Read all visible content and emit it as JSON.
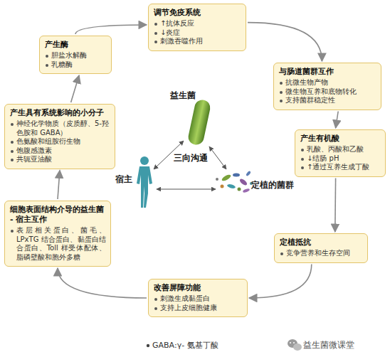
{
  "diagram": {
    "nodes": [
      {
        "text": [
          "调节免疫系统",
          "↑抗体反应",
          "↓炎症",
          "刺激吞噬作用"
        ]
      },
      {
        "text": [
          "与肠道菌群互作",
          "抗微生物产物",
          "微生物互养和底物转化",
          "支持菌群稳定性"
        ]
      },
      {
        "text": [
          "产生有机酸",
          "乳酸、丙酸和乙酸",
          "↓结肠 pH",
          "↑通过互养生成丁酸"
        ]
      },
      {
        "text": [
          "定植抵抗",
          "竞争营养和生存空间"
        ]
      },
      {
        "text": [
          "改善屏障功能",
          "刺激生成黏蛋白",
          "支持上皮细胞健康"
        ]
      },
      {
        "text": [
          "细胞表面结构介导的益生菌 - 宿主互作",
          "表层相关蛋白、菌毛、LPxTG 结合蛋白、黏蛋白结合蛋白、Toll 样受体配体、脂磷壁酸和胞外多糖"
        ]
      },
      {
        "text": [
          "产生具有系统影响的小分子",
          "神经化学物质（皮质醇、5-羟色胺和 GABA）",
          "色氨酸和组胺衍生物",
          "饱腹感激素",
          "共轭亚油酸"
        ]
      },
      {
        "text": [
          "产生酶",
          "胆盐水解酶",
          "乳糖酶"
        ]
      }
    ],
    "edges": [
      {
        "from": 0,
        "to": 1,
        "arrow": "to"
      },
      {
        "from": 1,
        "to": 2,
        "arrow": "to"
      },
      {
        "from": 2,
        "to": 3,
        "arrow": "to"
      },
      {
        "from": 3,
        "to": 4,
        "arrow": "to"
      },
      {
        "from": 4,
        "to": 5,
        "arrow": "to"
      },
      {
        "from": 5,
        "to": 6,
        "arrow": "to"
      },
      {
        "from": 6,
        "to": 7,
        "arrow": "to"
      },
      {
        "from": 7,
        "to": 0,
        "arrow": "to"
      }
    ],
    "labels": [
      "益生菌",
      "三向沟通",
      "宿主",
      "定植的菌群",
      "GABA:γ- 氨基丁酸",
      "益生菌微课堂"
    ]
  }
}
